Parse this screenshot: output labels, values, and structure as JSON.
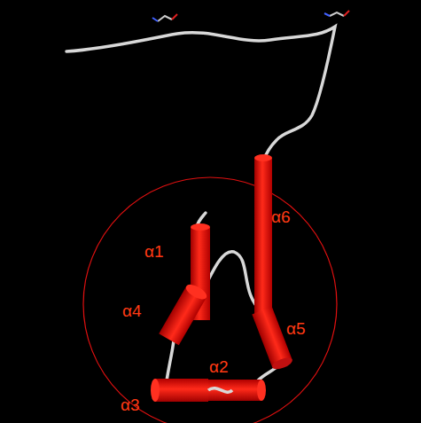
{
  "diagram": {
    "labels": [
      "α1",
      "α6",
      "α4",
      "α5",
      "α2",
      "α3"
    ]
  }
}
